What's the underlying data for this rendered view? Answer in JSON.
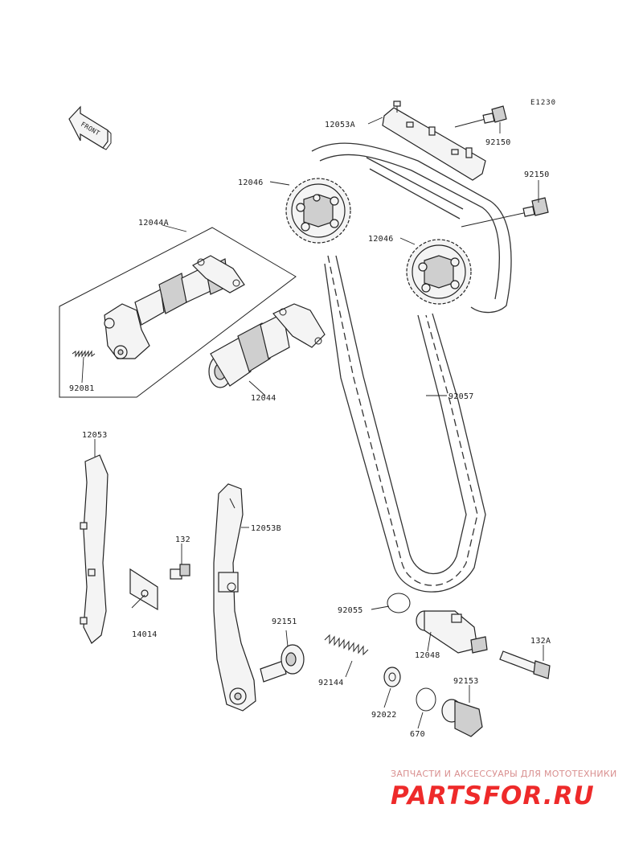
{
  "diagram": {
    "code": "E1230",
    "front_label": "FRONT",
    "labels": {
      "p12053A": "12053A",
      "p92150_top": "92150",
      "p92150_mid": "92150",
      "p12046_left": "12046",
      "p12046_right": "12046",
      "p12044A": "12044A",
      "p92081": "92081",
      "p12044": "12044",
      "p92057": "92057",
      "p12053": "12053",
      "p12053B": "12053B",
      "p132": "132",
      "p14014": "14014",
      "p92055": "92055",
      "p12048": "12048",
      "p132A": "132A",
      "p92151": "92151",
      "p92144": "92144",
      "p92153": "92153",
      "p92022": "92022",
      "p670": "670"
    }
  },
  "watermark": {
    "tagline": "ЗАПЧАСТИ И АКСЕССУАРЫ ДЛЯ МОТОТЕХНИКИ",
    "brand": "PARTSFOR.RU",
    "color": "#ee2a2a"
  }
}
